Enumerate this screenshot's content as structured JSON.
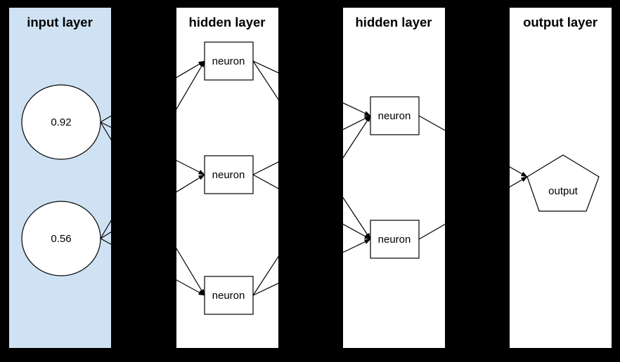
{
  "colors": {
    "background": "#000000",
    "input_panel_fill": "#cfe2f3",
    "panel_fill": "#ffffff",
    "node_fill": "#ffffff",
    "stroke": "#000000",
    "text": "#000000"
  },
  "layers": [
    {
      "id": "input",
      "title": "input layer",
      "nodes": [
        {
          "id": "input-1",
          "shape": "circle",
          "label": "0.92"
        },
        {
          "id": "input-2",
          "shape": "circle",
          "label": "0.56"
        }
      ]
    },
    {
      "id": "hidden1",
      "title": "hidden layer",
      "nodes": [
        {
          "id": "hidden1-1",
          "shape": "rectangle",
          "label": "neuron"
        },
        {
          "id": "hidden1-2",
          "shape": "rectangle",
          "label": "neuron"
        },
        {
          "id": "hidden1-3",
          "shape": "rectangle",
          "label": "neuron"
        }
      ]
    },
    {
      "id": "hidden2",
      "title": "hidden layer",
      "nodes": [
        {
          "id": "hidden2-1",
          "shape": "rectangle",
          "label": "neuron"
        },
        {
          "id": "hidden2-2",
          "shape": "rectangle",
          "label": "neuron"
        }
      ]
    },
    {
      "id": "output",
      "title": "output layer",
      "nodes": [
        {
          "id": "output-1",
          "shape": "pentagon",
          "label": "output"
        }
      ]
    }
  ],
  "connections": [
    {
      "from": "input-1",
      "to": "hidden1-1",
      "arrow": true
    },
    {
      "from": "input-1",
      "to": "hidden1-2",
      "arrow": true
    },
    {
      "from": "input-1",
      "to": "hidden1-3",
      "arrow": true
    },
    {
      "from": "input-2",
      "to": "hidden1-1",
      "arrow": true
    },
    {
      "from": "input-2",
      "to": "hidden1-2",
      "arrow": true
    },
    {
      "from": "input-2",
      "to": "hidden1-3",
      "arrow": true
    },
    {
      "from": "hidden1-1",
      "to": "hidden2-1",
      "arrow": true
    },
    {
      "from": "hidden1-1",
      "to": "hidden2-2",
      "arrow": true
    },
    {
      "from": "hidden1-2",
      "to": "hidden2-1",
      "arrow": true
    },
    {
      "from": "hidden1-2",
      "to": "hidden2-2",
      "arrow": true
    },
    {
      "from": "hidden1-3",
      "to": "hidden2-1",
      "arrow": true
    },
    {
      "from": "hidden1-3",
      "to": "hidden2-2",
      "arrow": true
    },
    {
      "from": "hidden2-1",
      "to": "output-1",
      "arrow": true
    },
    {
      "from": "hidden2-2",
      "to": "output-1",
      "arrow": true
    }
  ]
}
